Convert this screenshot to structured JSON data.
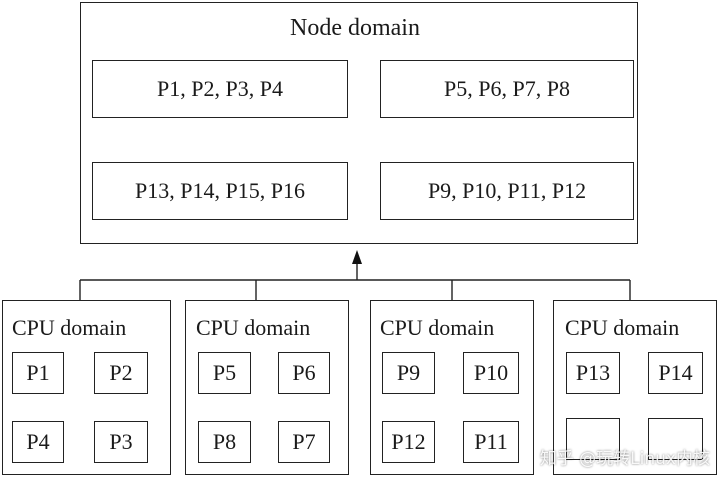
{
  "node_domain": {
    "title": "Node domain",
    "groups": [
      "P1, P2, P3, P4",
      "P5, P6, P7, P8",
      "P13, P14, P15, P16",
      "P9, P10, P11, P12"
    ]
  },
  "cpu_domains": [
    {
      "title": "CPU domain",
      "cpus": [
        "P1",
        "P2",
        "P4",
        "P3"
      ]
    },
    {
      "title": "CPU domain",
      "cpus": [
        "P5",
        "P6",
        "P8",
        "P7"
      ]
    },
    {
      "title": "CPU domain",
      "cpus": [
        "P9",
        "P10",
        "P12",
        "P11"
      ]
    },
    {
      "title": "CPU domain",
      "cpus": [
        "P13",
        "P14",
        "",
        ""
      ]
    }
  ],
  "watermark": "知乎 @玩转Linux内核"
}
